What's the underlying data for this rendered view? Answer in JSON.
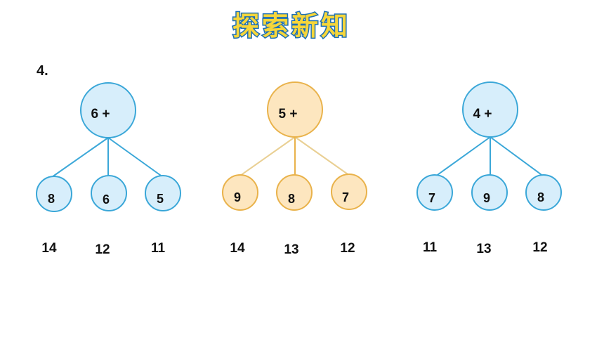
{
  "title": "探索新知",
  "question_number": "4.",
  "colors": {
    "blue_fill": "#d7eefb",
    "blue_stroke": "#3aa7d8",
    "orange_fill": "#fde6bf",
    "orange_stroke": "#e9b24a",
    "title_fill": "#f6d63a",
    "title_stroke": "#1d6fb5"
  },
  "trees": [
    {
      "root": "6 +",
      "theme": "blue",
      "children": [
        "8",
        "6",
        "5"
      ],
      "answers": [
        "14",
        "12",
        "11"
      ]
    },
    {
      "root": "5 +",
      "theme": "orange",
      "children": [
        "9",
        "8",
        "7"
      ],
      "answers": [
        "14",
        "13",
        "12"
      ]
    },
    {
      "root": "4 +",
      "theme": "blue",
      "children": [
        "7",
        "9",
        "8"
      ],
      "answers": [
        "11",
        "13",
        "12"
      ]
    }
  ]
}
